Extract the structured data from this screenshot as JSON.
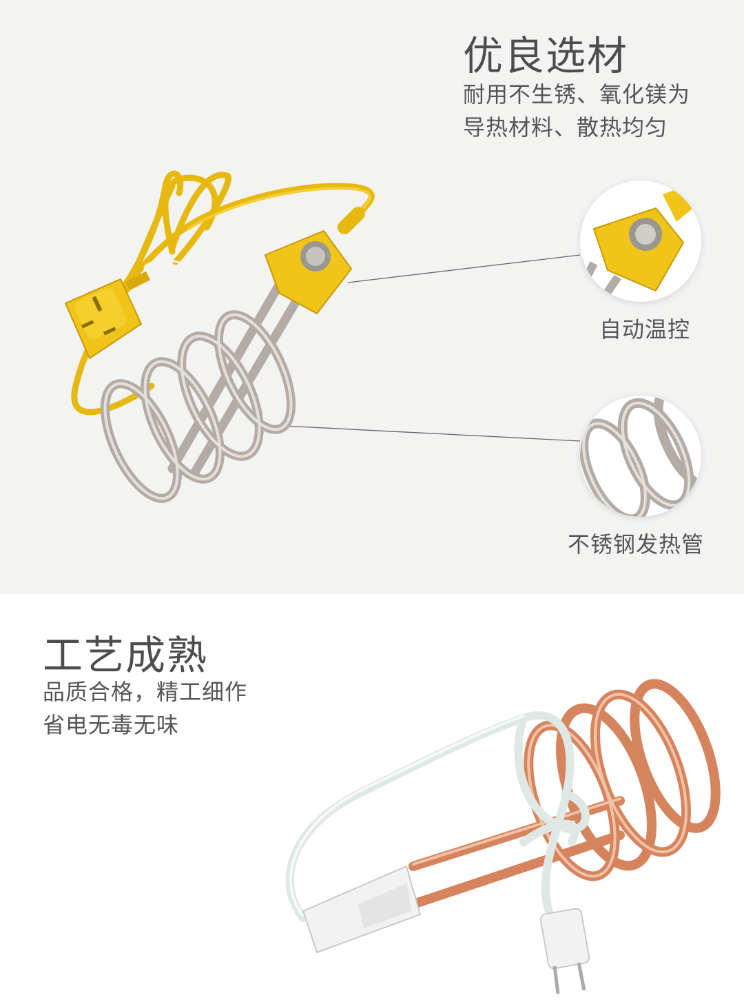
{
  "top_section": {
    "heading": "优良选材",
    "lines": [
      "耐用不生锈、氧化镁为",
      "导热材料、散热均匀"
    ],
    "callouts": {
      "thermostat": "自动温控",
      "heating_tube": "不锈钢发热管"
    }
  },
  "bottom_section": {
    "heading": "工艺成熟",
    "lines": [
      "品质合格，精工细作",
      "省电无毒无味"
    ]
  },
  "colors": {
    "top_background": "#f3f3f2",
    "cable_yellow": "#f0c419",
    "steel": "#b9b3ad",
    "copper": "#d98a62",
    "white_cable": "#e9f0ee"
  },
  "icons": {
    "product_1": "yellow-immersion-heater-illustration",
    "product_2": "copper-immersion-heater-illustration"
  }
}
